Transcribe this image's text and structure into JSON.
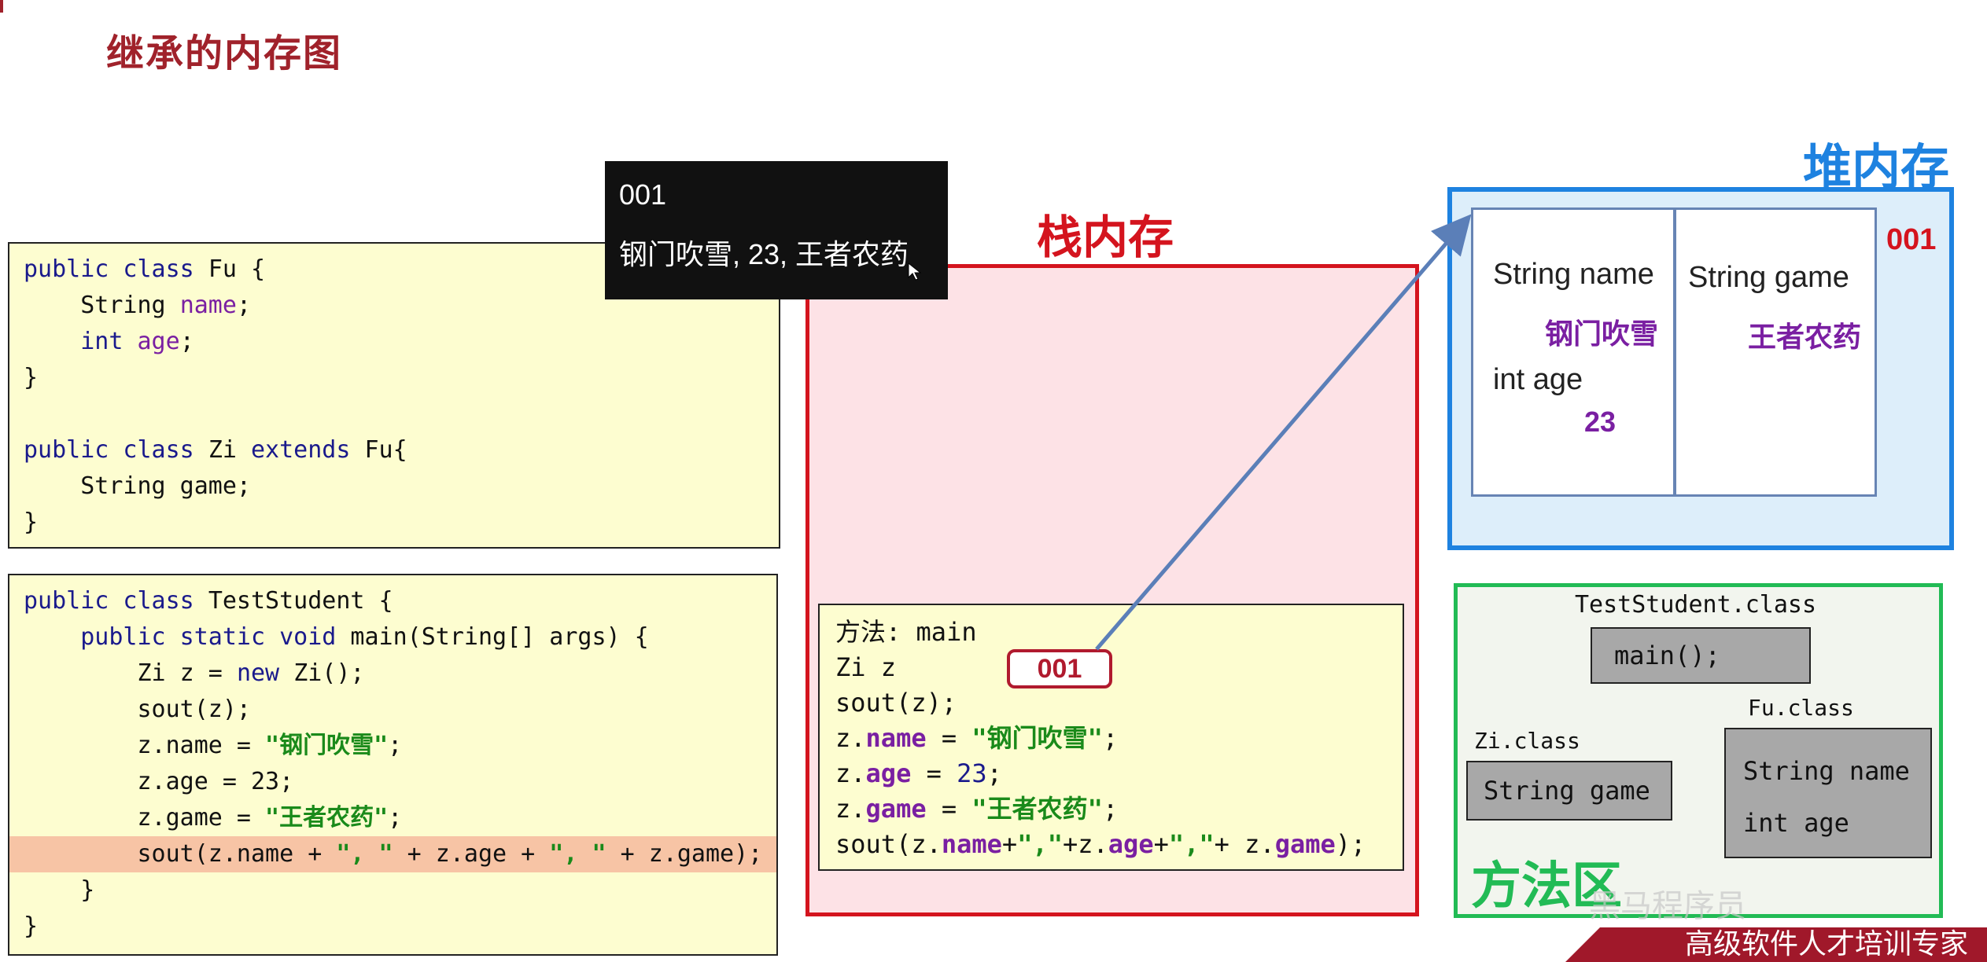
{
  "title": "继承的内存图",
  "class_code": {
    "lines": [
      "public class Fu {",
      "    String name;",
      "    int age;",
      "}",
      "",
      "public class Zi extends Fu{",
      "    String game;",
      "}"
    ]
  },
  "test_code": {
    "lines": [
      "public class TestStudent {",
      "    public static void main(String[] args) {",
      "        Zi z = new Zi();",
      "        sout(z);",
      "        z.name = \"钢门吹雪\";",
      "        z.age = 23;",
      "        z.game = \"王者农药\";",
      "        sout(z.name + \", \" + z.age + \", \" + z.game);",
      "    }",
      "}"
    ],
    "highlighted_line": 7
  },
  "tooltip": {
    "line1": "001",
    "line2": "钢门吹雪, 23, 王者农药"
  },
  "stack": {
    "title": "栈内存",
    "frame_lines": [
      "方法: main",
      "Zi z",
      "sout(z);",
      "z.name = \"钢门吹雪\";",
      "z.age = 23;",
      "z.game = \"王者农药\";",
      "sout(z.name+\",\"+z.age+\",\"+ z.game);"
    ],
    "ref_value": "001"
  },
  "heap": {
    "title": "堆内存",
    "address": "001",
    "left_fields": {
      "name_label": "String name",
      "name_value": "钢门吹雪",
      "age_label": "int age",
      "age_value": "23"
    },
    "right_fields": {
      "game_label": "String game",
      "game_value": "王者农药"
    }
  },
  "method_area": {
    "title": "方法区",
    "test_class": "TestStudent.class",
    "main_method": "main();",
    "fu_class": "Fu.class",
    "fu_field1": "String name",
    "fu_field2": "int age",
    "zi_class": "Zi.class",
    "zi_field": "String game"
  },
  "footer": "高级软件人才培训专家",
  "watermark": "黑马程序员",
  "colors": {
    "title": "#a0222b",
    "stack": "#d4141e",
    "heap": "#1e82e0",
    "method": "#22bb55",
    "arrow": "#5b7fb8"
  }
}
